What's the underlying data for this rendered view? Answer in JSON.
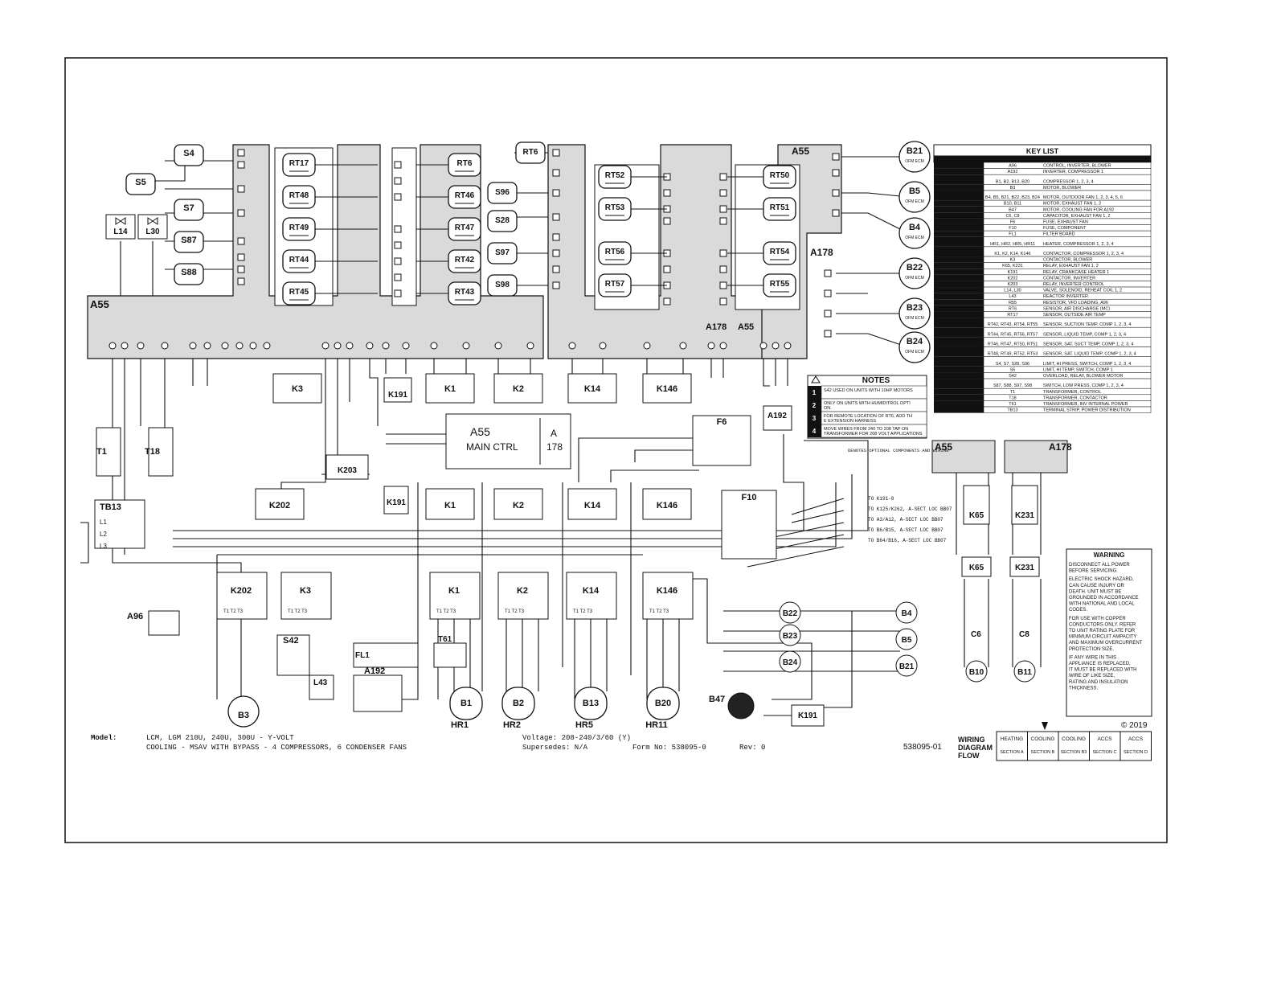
{
  "title_block": {
    "model_label": "Model:",
    "model_line1": "LCM, LGM 210U, 240U, 300U - Y-VOLT",
    "model_line2": "COOLING - MSAV WITH BYPASS - 4 COMPRESSORS, 6 CONDENSER FANS",
    "voltage": "Voltage:    208-240/3/60 (Y)",
    "supersedes": "Supersedes: N/A",
    "form_no": "Form No: 538095-0",
    "rev": "Rev:  0",
    "diagram_no": "538095-01",
    "flow_title": [
      "WIRING",
      "DIAGRAM",
      "FLOW"
    ],
    "copyright": "© 2019",
    "sections": [
      {
        "head": "HEATING",
        "sub": "SECTION A"
      },
      {
        "head": "COOLING",
        "sub": "SECTION B"
      },
      {
        "head": "COOLING",
        "sub": "SECTION B3"
      },
      {
        "head": "ACCS",
        "sub": "SECTION C"
      },
      {
        "head": "ACCS",
        "sub": "SECTION D"
      }
    ]
  },
  "key_list": {
    "title": "KEY LIST",
    "rows": [
      {
        "key": "A96",
        "desc": "CONTROL, INVERTER, BLOWER"
      },
      {
        "key": "A192",
        "desc": "INVERTER, COMPRESSOR 1"
      },
      {
        "key": "B1, B2, B13, B20",
        "desc": "COMPRESSOR 1, 2, 3, 4"
      },
      {
        "key": "B3",
        "desc": "MOTOR, BLOWER"
      },
      {
        "key": "B4, B5, B21, B22, B23, B24",
        "desc": "MOTOR, OUTDOOR FAN 1, 2, 3, 4, 5, 6"
      },
      {
        "key": "B10, B11",
        "desc": "MOTOR, EXHAUST FAN 1, 2"
      },
      {
        "key": "B47",
        "desc": "MOTOR, COOLING FAN FOR A192"
      },
      {
        "key": "C6, C8",
        "desc": "CAPACITOR, EXHAUST FAN 1, 2"
      },
      {
        "key": "F6",
        "desc": "FUSE, EXHAUST FAN"
      },
      {
        "key": "F10",
        "desc": "FUSE, COMPONENT"
      },
      {
        "key": "FL1",
        "desc": "FILTER BOARD"
      },
      {
        "key": "HR1, HR2, HR5, HR11",
        "desc": "HEATER, COMPRESSOR 1, 2, 3, 4"
      },
      {
        "key": "K1, K2, K14, K146",
        "desc": "CONTACTOR, COMPRESSOR 1, 2, 3, 4"
      },
      {
        "key": "K3",
        "desc": "CONTACTOR, BLOWER"
      },
      {
        "key": "K65, K231",
        "desc": "RELAY, EXHAUST FAN 1, 2"
      },
      {
        "key": "K191",
        "desc": "RELAY, CRANKCASE HEATER 1"
      },
      {
        "key": "K202",
        "desc": "CONTACTOR, INVERTER"
      },
      {
        "key": "K203",
        "desc": "RELAY, INVERTER CONTROL"
      },
      {
        "key": "L14, L30",
        "desc": "VALVE, SOLENOID, REHEAT COIL 1, 2"
      },
      {
        "key": "L43",
        "desc": "REACTOR INVERTER"
      },
      {
        "key": "R55",
        "desc": "RESISTOR, VFD LOADING, A96"
      },
      {
        "key": "RT6",
        "desc": "SENSOR, AIR DISCHARGE (MC)"
      },
      {
        "key": "RT17",
        "desc": "SENSOR, OUTSIDE AIR TEMP"
      },
      {
        "key": "RT42, RT43, RT54, RT55",
        "desc": "SENSOR, SUCTION TEMP, COMP 1, 2, 3, 4"
      },
      {
        "key": "RT44, RT45, RT56, RT57",
        "desc": "SENSOR, LIQUID TEMP, COMP 1, 2, 3, 4"
      },
      {
        "key": "RT46, RT47, RT50, RT51",
        "desc": "SENSOR, SAT. SUCT TEMP, COMP 1, 2, 3, 4"
      },
      {
        "key": "RT48, RT49, RT52, RT53",
        "desc": "SENSOR, SAT. LIQUID TEMP, COMP 1, 2, 3, 4"
      },
      {
        "key": "S4, S7, S28, S96",
        "desc": "LIMIT, HI PRESS, SWITCH, COMP 1, 2, 3, 4"
      },
      {
        "key": "S5",
        "desc": "LIMIT, HI TEMP, SWITCH, COMP 1"
      },
      {
        "key": "S42",
        "desc": "OVERLOAD, RELAY, BLOWER MOTOR"
      },
      {
        "key": "S87, S88, S97, S98",
        "desc": "SWITCH, LOW PRESS, COMP 1, 2, 3, 4"
      },
      {
        "key": "T1",
        "desc": "TRANSFORMER, CONTROL"
      },
      {
        "key": "T18",
        "desc": "TRANSFORMER, CONTACTOR"
      },
      {
        "key": "T61",
        "desc": "TRANSFORMER, INV INTERNAL POWER"
      },
      {
        "key": "TB13",
        "desc": "TERMINAL STRIP, POWER DISTRIBUTION"
      }
    ]
  },
  "notes": {
    "title": "NOTES",
    "items": [
      {
        "n": "1",
        "text": "S42 USED ON UNITS WITH 10HP MOTORS"
      },
      {
        "n": "2",
        "text": "ONLY ON UNITS WITH HUMIDITROL OPTION."
      },
      {
        "n": "3",
        "text": "FOR REMOTE LOCATION OF RT6, ADD THE EXTENSION HARNESS"
      },
      {
        "n": "4",
        "text": "MOVE WIRES FROM 240 TO 208 TAP ON TRANSFORMER FOR 208 VOLT APPLICATIONS"
      }
    ],
    "legend": "DENOTES OPTIONAL COMPONENTS AND WIRING"
  },
  "warning": {
    "title": "WARNING",
    "paragraphs": [
      "DISCONNECT ALL POWER BEFORE SERVICING.",
      "ELECTRIC SHOCK HAZARD, CAN CAUSE INJURY OR DEATH. UNIT MUST BE GROUNDED IN ACCORDANCE WITH NATIONAL AND LOCAL CODES.",
      "FOR USE WITH COPPER CONDUCTORS ONLY. REFER TO UNIT RATING PLATE FOR MINIMUM CIRCUIT AMPACITY AND MAXIMUM OVERCURRENT PROTECTION SIZE.",
      "IF ANY WIRE IN THIS APPLIANCE IS REPLACED, IT MUST BE REPLACED WITH WIRE OF LIKE SIZE, RATING AND INSULATION THICKNESS."
    ]
  },
  "components": {
    "switches_left": [
      "S4",
      "S5",
      "S7",
      "S87",
      "S88"
    ],
    "valves": [
      "L14",
      "L30"
    ],
    "sensors_left": [
      "RT17",
      "RT48",
      "RT49",
      "RT44",
      "RT45"
    ],
    "sensors_mid": [
      "RT6",
      "RT46",
      "RT47",
      "RT42",
      "RT43"
    ],
    "switches_mid": [
      "RT6",
      "S96",
      "S28",
      "S97",
      "S98"
    ],
    "sensors_right_a": [
      "RT52",
      "RT53",
      "RT56",
      "RT57"
    ],
    "sensors_right_b": [
      "RT50",
      "RT51",
      "RT54",
      "RT55"
    ],
    "fans": [
      "B21",
      "B5",
      "B4",
      "B22",
      "B23",
      "B24"
    ],
    "fan_label": "OFM ECM CNTRL",
    "board_a55": "A55",
    "board_a178": "A178",
    "main_ctrl": [
      "A55",
      "MAIN CTRL"
    ],
    "contactors_top": [
      "K3",
      "K1",
      "K2",
      "K14",
      "K146"
    ],
    "contactors_mid": [
      "K202",
      "K1",
      "K2",
      "K14",
      "K146"
    ],
    "contactors_low": [
      "K202",
      "K3",
      "K1",
      "K2",
      "K14",
      "K146"
    ],
    "compressors": [
      {
        "name": "B1",
        "heater": "HR1"
      },
      {
        "name": "B2",
        "heater": "HR2"
      },
      {
        "name": "B13",
        "heater": "HR5"
      },
      {
        "name": "B20",
        "heater": "HR11"
      }
    ],
    "relays": [
      "K191",
      "K203",
      "K65",
      "K231"
    ],
    "misc": {
      "tb13": "TB13",
      "a96": "A96",
      "b3": "B3",
      "t1": "T1",
      "t18": "T18",
      "s42": "S42",
      "l43": "L43",
      "fl1": "FL1",
      "a192": "A192",
      "t61": "T61",
      "f6": "F6",
      "f10": "F10",
      "b47": "B47",
      "b10": "B10",
      "b11": "B11",
      "c6": "C6",
      "c8": "C8",
      "k191b": "K191"
    },
    "lines": [
      "L1",
      "L2",
      "L3"
    ],
    "fan_small": [
      "B22",
      "B23",
      "B24",
      "B4",
      "B5",
      "B21"
    ],
    "destinations": [
      "TO K191-8",
      "TO K125/K262, A-SECT LOC BB07",
      "TO A3/A12, A-SECT LOC BB07",
      "TO B6/B15, A-SECT LOC BB07",
      "TO B64/B16, A-SECT LOC BB07"
    ]
  }
}
